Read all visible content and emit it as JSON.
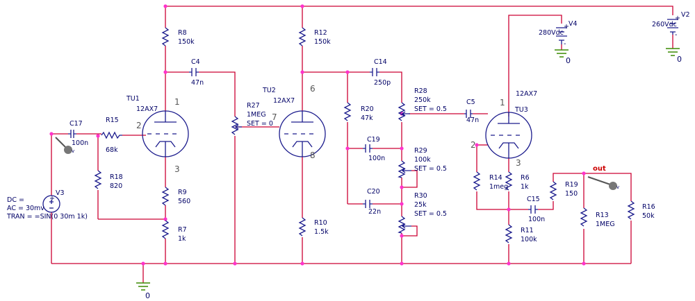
{
  "colors": {
    "wire": "#cc0033",
    "component": "#1a1a8c",
    "text": "#000066",
    "junction": "#ff33cc",
    "ground": "#3a8a00",
    "out": "#cc0000"
  },
  "labels": {
    "r8": "R8",
    "r8v": "150k",
    "c4": "C4",
    "c4v": "47n",
    "tu1": "TU1",
    "tu1m": "12AX7",
    "c17": "C17",
    "c17v": "100n",
    "r15": "R15",
    "r15v": "68k",
    "r18": "R18",
    "r18v": "820",
    "r9": "R9",
    "r9v": "560",
    "r7": "R7",
    "r7v": "1k",
    "v3": "V3",
    "v3dc": "DC =",
    "v3ac": "AC = 30mv",
    "v3tr": "TRAN = =SIN(0 30m 1k)",
    "r27": "R27",
    "r27v": "1MEG",
    "r27s": "SET = 0",
    "tu2": "TU2",
    "tu2m": "12AX7",
    "r12": "R12",
    "r12v": "150k",
    "r10": "R10",
    "r10v": "1.5k",
    "c14": "C14",
    "c14v": "250p",
    "r20": "R20",
    "r20v": "47k",
    "c19": "C19",
    "c19v": "100n",
    "c20": "C20",
    "c20v": "22n",
    "r28": "R28",
    "r28v": "250k",
    "r28s": "SET = 0.5",
    "r29": "R29",
    "r29v": "100k",
    "r29s": "SET = 0.5",
    "r30": "R30",
    "r30v": "25k",
    "r30s": "SET = 0.5",
    "c5": "C5",
    "c5v": "47n",
    "tu3": "TU3",
    "tu3m": "12AX7",
    "r14": "R14",
    "r14v": "1meg",
    "r6": "R6",
    "r6v": "1k",
    "r11": "R11",
    "r11v": "100k",
    "c15": "C15",
    "c15v": "100n",
    "r19": "R19",
    "r19v": "150",
    "r13": "R13",
    "r13v": "1MEG",
    "r16": "R16",
    "r16v": "50k",
    "v4": "V4",
    "v4v": "280Vdc",
    "v2": "V2",
    "v2v": "260Vdc",
    "out": "out",
    "gnd": "0",
    "pin1": "1",
    "pin2": "2",
    "pin3": "3",
    "pin6": "6",
    "pin7": "7",
    "pin8": "8",
    "plus": "+",
    "minus": "-"
  }
}
